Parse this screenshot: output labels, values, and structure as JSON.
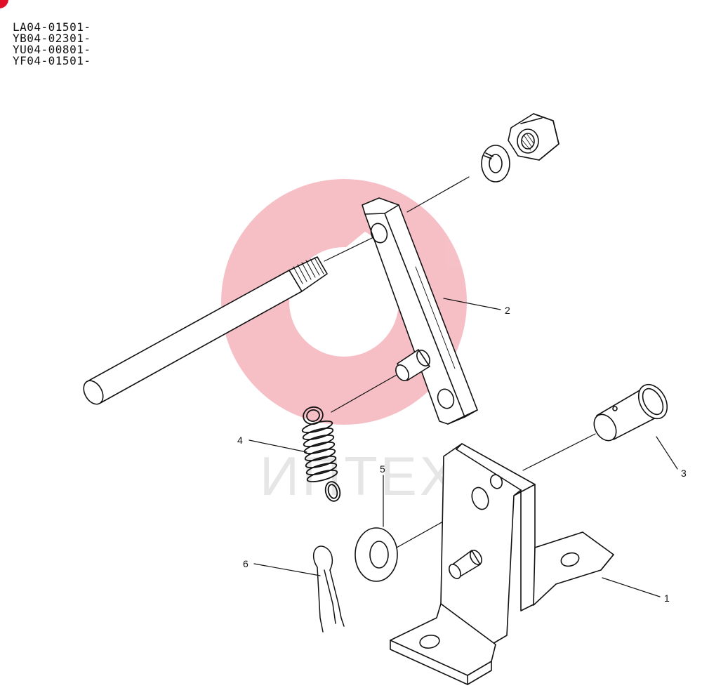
{
  "serial_codes": [
    "LA04-01501-",
    "YB04-02301-",
    "YU04-00801-",
    "YF04-01501-"
  ],
  "callouts": [
    "1",
    "2",
    "3",
    "4",
    "5",
    "6"
  ],
  "watermark": {
    "text": "ИПТЕХ",
    "color": "#f5b5bd"
  },
  "accent_color": "#e0102a"
}
